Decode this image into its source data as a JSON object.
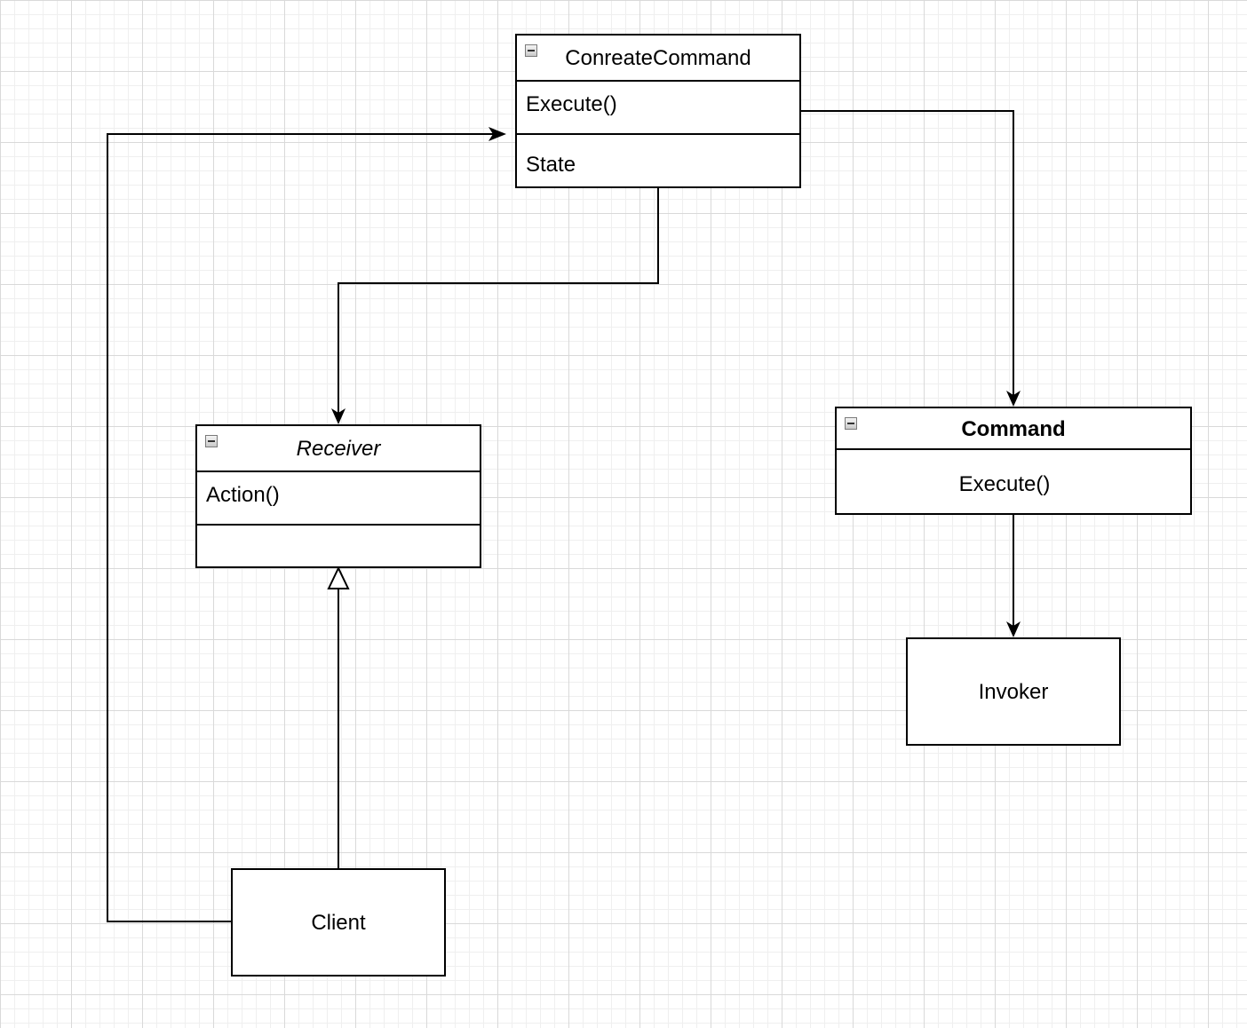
{
  "classes": {
    "concrete_command": {
      "name": "ConreateCommand",
      "operation": "Execute()",
      "attribute": "State"
    },
    "receiver": {
      "name": "Receiver",
      "operation": "Action()",
      "attribute": ""
    },
    "command": {
      "name": "Command",
      "operation": "Execute()"
    }
  },
  "nodes": {
    "invoker": "Invoker",
    "client": "Client"
  },
  "icons": {
    "collapse": "minus-square-icon"
  },
  "relations": [
    {
      "from": "client",
      "to": "concrete_command",
      "arrow": "open-arrow"
    },
    {
      "from": "concrete_command",
      "to": "receiver",
      "arrow": "open-arrow"
    },
    {
      "from": "concrete_command",
      "to": "command",
      "arrow": "open-arrow"
    },
    {
      "from": "command",
      "to": "invoker",
      "arrow": "open-arrow"
    },
    {
      "from": "client",
      "to": "receiver",
      "arrow": "hollow-triangle"
    }
  ],
  "colors": {
    "stroke": "#000000",
    "grid_major": "#d9d9d9",
    "grid_minor": "#efefef",
    "background": "#ffffff"
  }
}
